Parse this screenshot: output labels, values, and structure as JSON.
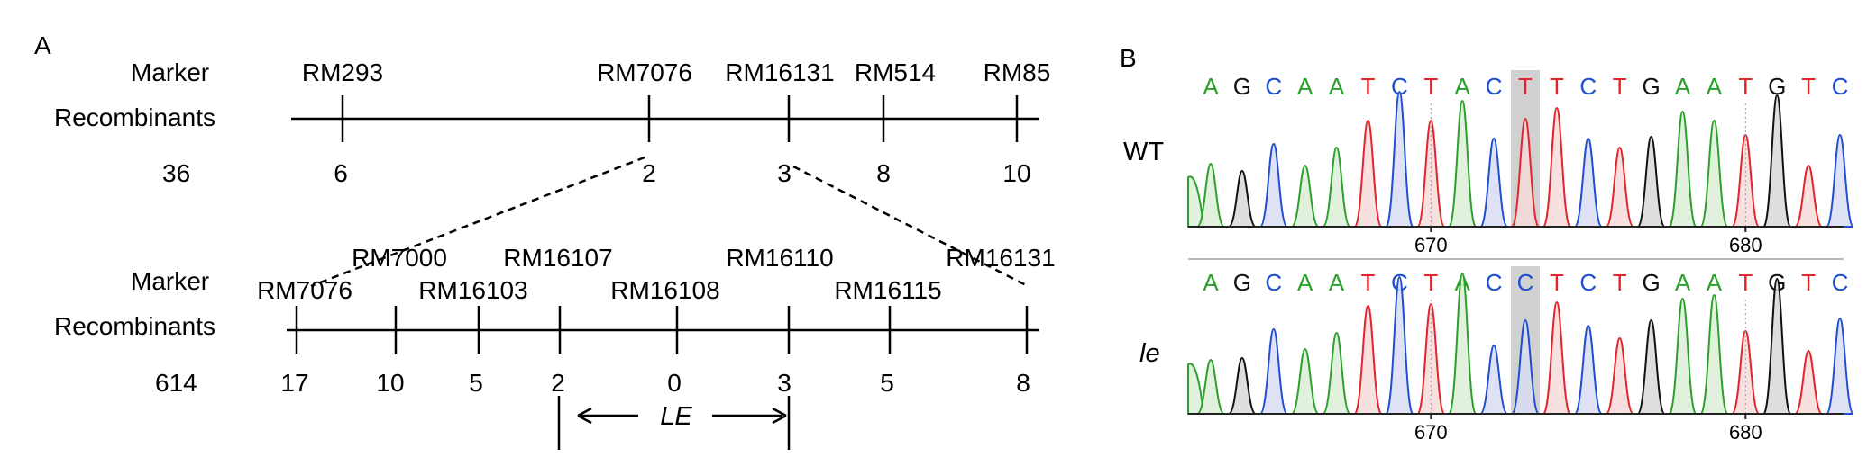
{
  "panel_a": {
    "label": "A",
    "coarse": {
      "marker_label": "Marker",
      "recombinants_label": "Recombinants",
      "population": "36",
      "markers": [
        {
          "name": "RM293",
          "recombinants": "6"
        },
        {
          "name": "RM7076",
          "recombinants": "2"
        },
        {
          "name": "RM16131",
          "recombinants": "3"
        },
        {
          "name": "RM514",
          "recombinants": "8"
        },
        {
          "name": "RM85",
          "recombinants": "10"
        }
      ]
    },
    "fine": {
      "marker_label": "Marker",
      "recombinants_label": "Recombinants",
      "population": "614",
      "markers": [
        {
          "name": "RM7076",
          "recombinants": "17"
        },
        {
          "name": "RM7000",
          "recombinants": "10"
        },
        {
          "name": "RM16103",
          "recombinants": "5"
        },
        {
          "name": "RM16107",
          "recombinants": "2"
        },
        {
          "name": "RM16108",
          "recombinants": "0"
        },
        {
          "name": "RM16110",
          "recombinants": "3"
        },
        {
          "name": "RM16115",
          "recombinants": "5"
        },
        {
          "name": "RM16131",
          "recombinants": "8"
        }
      ],
      "interval_label": "LE"
    }
  },
  "panel_b": {
    "label": "B",
    "colors": {
      "A": "#2ca02c",
      "C": "#1f4fd0",
      "G": "#111111",
      "T": "#e3242b"
    },
    "tracks": [
      {
        "name": "WT",
        "italic": false,
        "sequence": [
          "A",
          "G",
          "C",
          "A",
          "A",
          "T",
          "C",
          "T",
          "A",
          "C",
          "T",
          "T",
          "C",
          "T",
          "G",
          "A",
          "A",
          "T",
          "G",
          "T",
          "C"
        ],
        "ticks": [
          "670",
          "680"
        ]
      },
      {
        "name": "le",
        "italic": true,
        "sequence": [
          "A",
          "G",
          "C",
          "A",
          "A",
          "T",
          "C",
          "T",
          "A",
          "C",
          "C",
          "T",
          "C",
          "T",
          "G",
          "A",
          "A",
          "T",
          "G",
          "T",
          "C"
        ],
        "ticks": [
          "670",
          "680"
        ]
      }
    ]
  }
}
